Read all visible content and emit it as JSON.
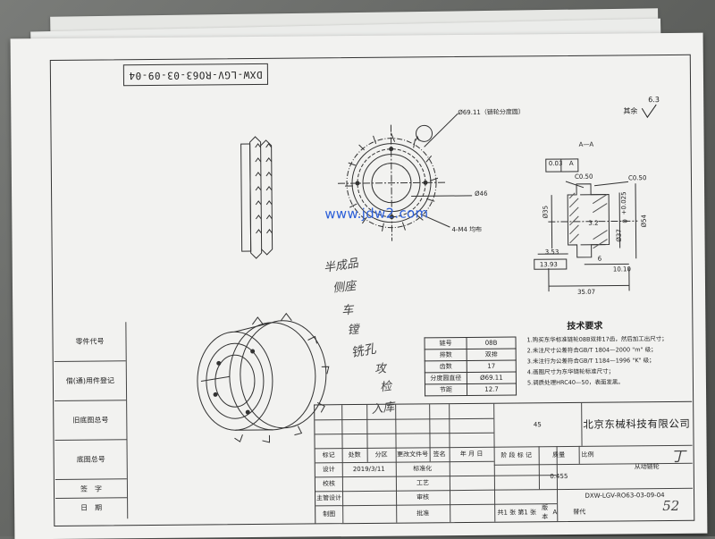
{
  "drawing": {
    "code_stamp": "DXW-LGV-RO63-03-09-04",
    "surface_symbol": "其余",
    "surface_value": "6.3",
    "section_label": "A—A",
    "datum_label": "A",
    "watermark": "www.jdw2.com"
  },
  "dimensions": {
    "pitch_circle": "Ø69.11（链轮分度圆）",
    "bore_circle": "Ø46",
    "holes": "4-M4 均布",
    "flatness": "0.03",
    "datum_ref": "A",
    "d35": "Ø35",
    "d54": "Ø54",
    "d37": "Ø37",
    "tol": "+0.025",
    "tol_low": "0",
    "c1": "C0.50",
    "c2": "C0.50",
    "d32": "3.2",
    "d353": "3.53",
    "d6": "6",
    "d1010": "10.10",
    "d1393": "13.93",
    "d3507": "35.07"
  },
  "side_labels": [
    "零件代号",
    "借(通)用件登记",
    "旧底图总号",
    "底图总号",
    "签　字",
    "日　期"
  ],
  "spec_table": [
    [
      "链号",
      "08B"
    ],
    [
      "排数",
      "双排"
    ],
    [
      "齿数",
      "17"
    ],
    [
      "分度圆直径",
      "Ø69.11"
    ],
    [
      "节距",
      "12.7"
    ]
  ],
  "tech_req": {
    "title": "技术要求",
    "items": [
      "1.购买东华标准链轮08B双排17齿，然后加工出尺寸；",
      "2.未注尺寸公差符合GB/T 1804—2000 \"m\" 级；",
      "3.未注行为公差符合GB/T 1184—1996 \"K\" 级；",
      "4.画圈尺寸为东华链轮标准尺寸；",
      "5.调质处理HRC40—50，表面发黑。"
    ]
  },
  "title_block": {
    "sheet_no": "45",
    "company": "北京东械科技有限公司",
    "part_name": "从动链轮",
    "drawing_no": "DXW-LGV-RO63-03-09-04",
    "col_labels": [
      "标记",
      "处数",
      "分区",
      "更改文件号",
      "签名",
      "年 月 日"
    ],
    "stage_label": "阶 段 标 记",
    "mass_label": "质量",
    "scale_label": "比例",
    "mass_value": "0.455",
    "row_labels": [
      "设计",
      "校核",
      "主管设计",
      "审核",
      "制图"
    ],
    "design_date": "2019/3/11",
    "standard_label": "标准化",
    "process_label": "工艺",
    "approve_label": "批准",
    "sheet_text": "共1 张  第1 张",
    "version_label": "版本",
    "version_value": "A",
    "replace_label": "替代"
  },
  "handwriting": {
    "lines": [
      "半成品",
      "侧座",
      "车",
      "镗",
      "铣孔",
      "攻",
      "检",
      "入库"
    ],
    "mark_j": "丁",
    "mark_num": "52"
  }
}
